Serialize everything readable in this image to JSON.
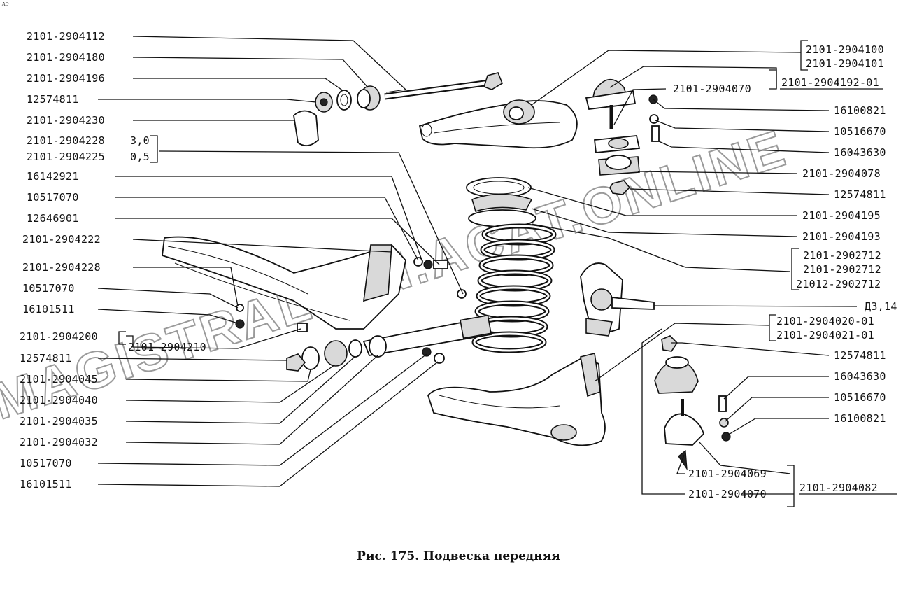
{
  "corner_mark": "AD",
  "caption": "Рис. 175. Подвеска передняя",
  "watermark": "MAGISTRAL-MN.ACAT.ONLINE",
  "labels": {
    "l1": "2101-2904112",
    "l2": "2101-2904180",
    "l3": "2101-2904196",
    "l4": "12574811",
    "l5": "2101-2904230",
    "l6": "2101-2904228",
    "l6b": "3,0",
    "l7": "2101-2904225",
    "l7b": "0,5",
    "l8": "16142921",
    "l9": "10517070",
    "l10": "12646901",
    "l11": "2101-2904222",
    "l12": "2101-2904228",
    "l13": "10517070",
    "l14": "16101511",
    "l15": "2101-2904200",
    "l16": "2101-2904210",
    "l17": "12574811",
    "l18": "2101-2904045",
    "l19": "2101-2904040",
    "l20": "2101-2904035",
    "l21": "2101-2904032",
    "l22": "10517070",
    "l23": "16101511",
    "r1": "2101-2904100",
    "r2": "2101-2904101",
    "r3": "2101-2904070",
    "r4": "2101-2904192-01",
    "r5": "16100821",
    "r6": "10516670",
    "r7": "16043630",
    "r8": "2101-2904078",
    "r9": "12574811",
    "r10": "2101-2904195",
    "r11": "2101-2904193",
    "r12": "2101-2902712",
    "r13": "2101-2902712",
    "r14": "21012-2902712",
    "r15": "Д3,14",
    "r16": "2101-2904020-01",
    "r17": "2101-2904021-01",
    "r18": "12574811",
    "r19": "16043630",
    "r20": "10516670",
    "r21": "16100821",
    "r22": "2101-2904069",
    "r23": "2101-2904070",
    "r24": "2101-2904082"
  }
}
